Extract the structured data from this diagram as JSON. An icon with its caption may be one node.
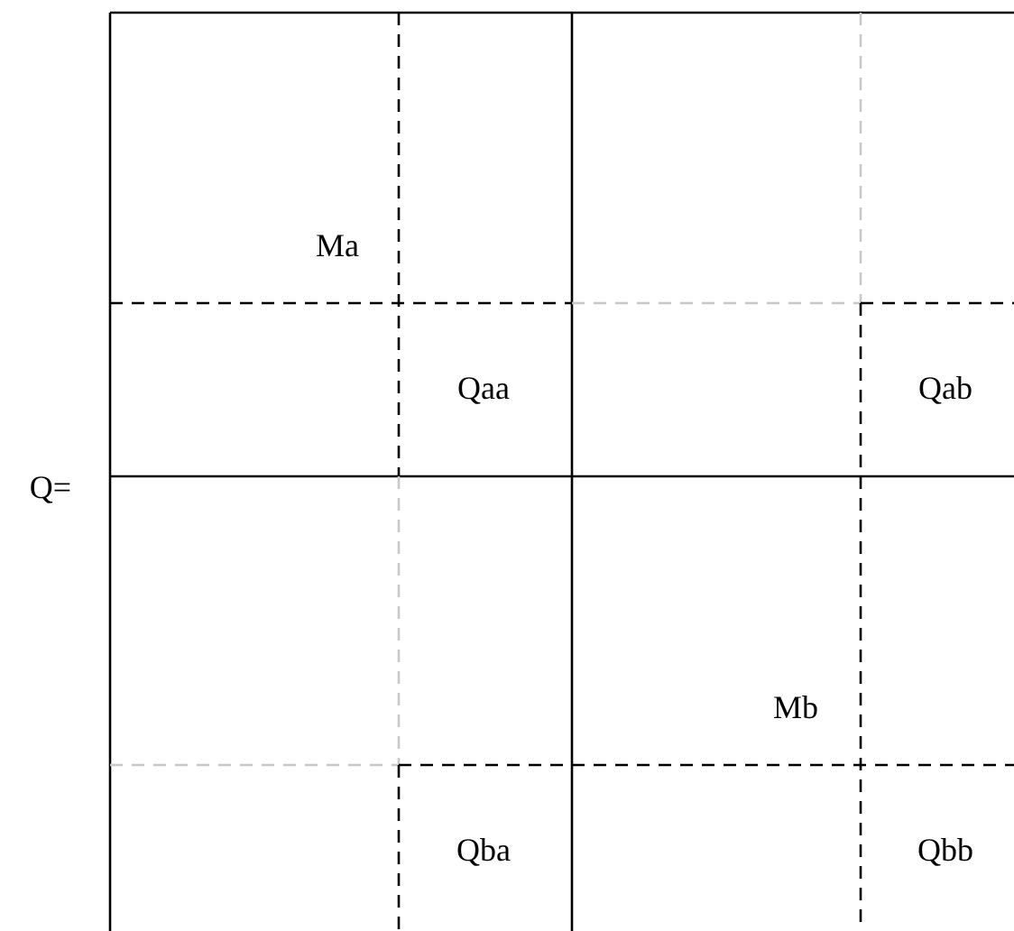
{
  "diagram": {
    "labels": [
      "Ma",
      "Qaa",
      "Qab",
      "Q=",
      "Mb",
      "Qba",
      "Qbb"
    ]
  }
}
